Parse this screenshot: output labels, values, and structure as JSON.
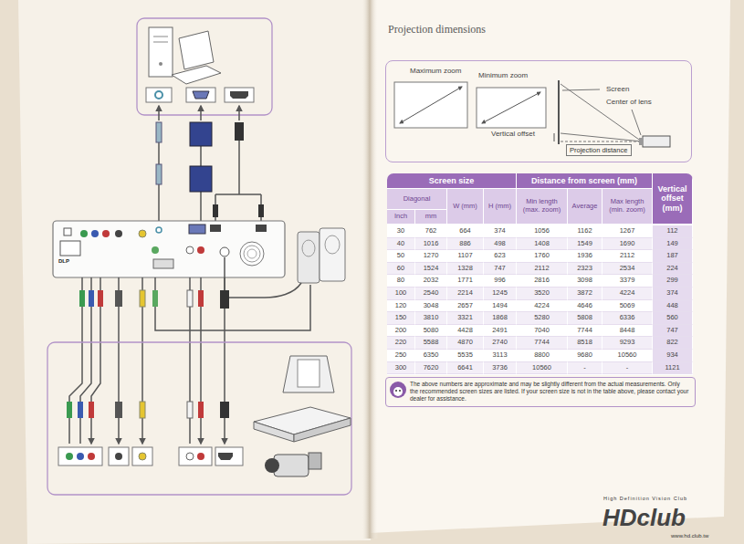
{
  "diagram": {
    "title": "Projection dimensions",
    "nodes": [
      {
        "text": [
          "Maximum zoom",
          "Minimum zoom",
          "Vertical offset",
          "Screen",
          "Center of lens"
        ]
      },
      {
        "text": [
          "Projection distance"
        ],
        "in": 0
      },
      {
        "text": [
          "Screen size",
          "Distance from screen (mm)",
          "Vertical offset (mm)",
          "Diagonal",
          "W (mm)",
          "H (mm)",
          "Min length (max. zoom)",
          "Average",
          "Max length (min. zoom)",
          "Inch",
          "mm",
          "30",
          "762",
          "664",
          "374",
          "1056",
          "1162",
          "1267",
          "112",
          "40",
          "1016",
          "886",
          "498",
          "1408",
          "1549",
          "1690",
          "149",
          "50",
          "1270",
          "1107",
          "623",
          "1760",
          "1936",
          "2112",
          "187",
          "60",
          "1524",
          "1328",
          "747",
          "2112",
          "2323",
          "2534",
          "224",
          "80",
          "2032",
          "1771",
          "996",
          "2816",
          "3098",
          "3379",
          "299",
          "100",
          "2540",
          "2214",
          "1245",
          "3520",
          "3872",
          "4224",
          "374",
          "120",
          "3048",
          "2657",
          "1494",
          "4224",
          "4646",
          "5069",
          "448",
          "150",
          "3810",
          "3321",
          "1868",
          "5280",
          "5808",
          "6336",
          "560",
          "200",
          "5080",
          "4428",
          "2491",
          "7040",
          "7744",
          "8448",
          "747",
          "220",
          "5588",
          "4870",
          "2740",
          "7744",
          "8518",
          "9293",
          "822",
          "250",
          "6350",
          "5535",
          "3113",
          "8800",
          "9680",
          "10560",
          "934",
          "300",
          "7620",
          "6641",
          "3736",
          "10560",
          "-",
          "-",
          "1121"
        ]
      },
      {
        "text": [
          "The above numbers are approximate and may be slightly different from the actual measurements. Only the recommended screen sizes are listed. If your screen size is not in the table above, please contact your dealer for assistance."
        ]
      }
    ],
    "labels": [
      "DLP",
      "HDclub",
      "High Definition Vision Club",
      "www.hd.club.tw"
    ]
  }
}
